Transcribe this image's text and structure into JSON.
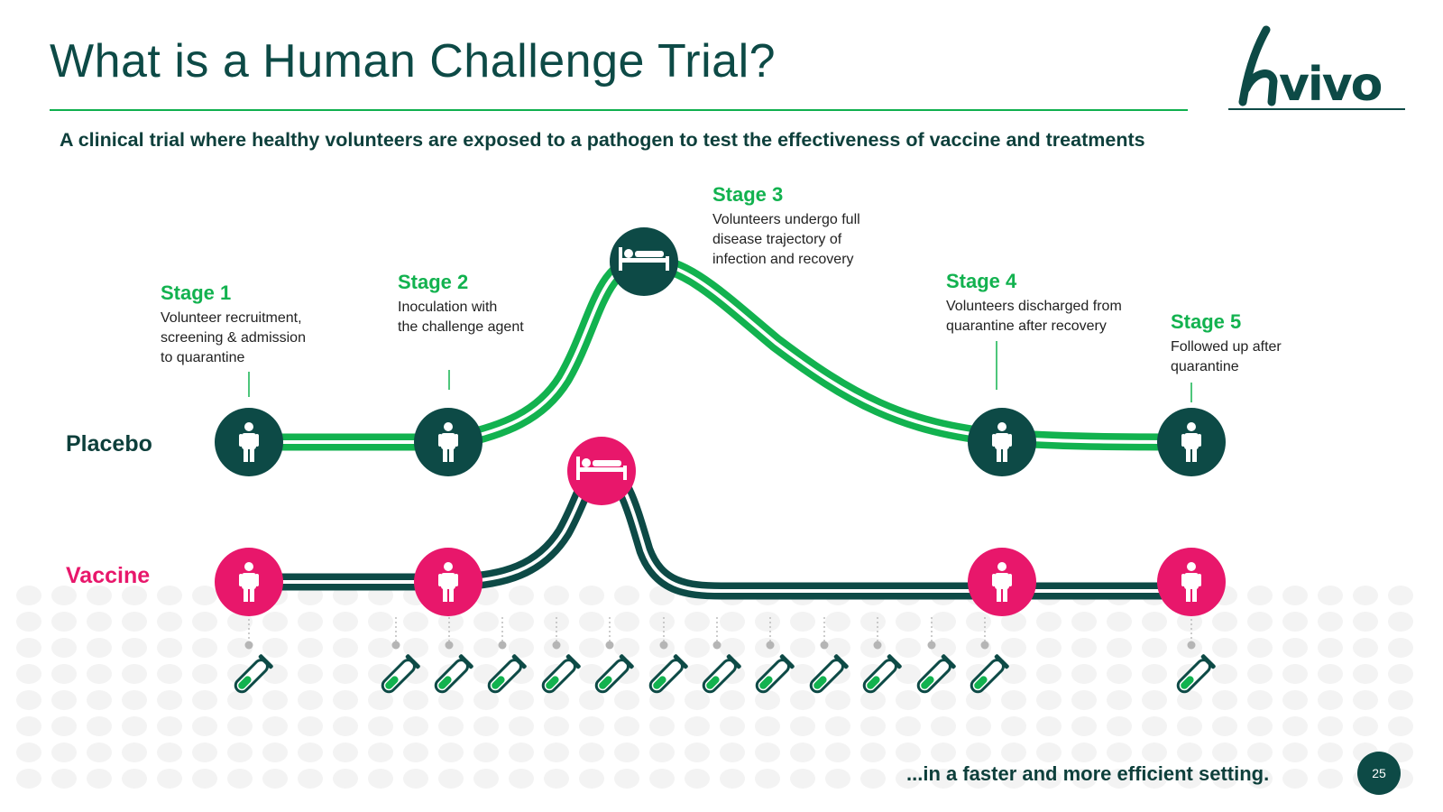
{
  "title": "What is a Human Challenge Trial?",
  "subtitle": "A clinical trial where healthy volunteers are exposed to a pathogen to test the effectiveness of vaccine and treatments",
  "logo": {
    "text": "hvivo"
  },
  "stages": [
    {
      "title": "Stage 1",
      "desc": "Volunteer recruitment,\nscreening & admission\nto quarantine"
    },
    {
      "title": "Stage 2",
      "desc": "Inoculation with\nthe challenge agent"
    },
    {
      "title": "Stage 3",
      "desc": "Volunteers undergo full\ndisease trajectory of\ninfection and recovery"
    },
    {
      "title": "Stage 4",
      "desc": "Volunteers discharged from\nquarantine after recovery"
    },
    {
      "title": "Stage 5",
      "desc": "Followed up after\nquarantine"
    }
  ],
  "rows": {
    "placebo": "Placebo",
    "vaccine": "Vaccine"
  },
  "footer": "...in a faster and more efficient setting.",
  "page_number": "25",
  "icons": {
    "person": "person-icon",
    "bed": "bed-icon",
    "test_tube": "test-tube-icon"
  },
  "colors": {
    "dark_teal": "#0d4a46",
    "green": "#12b24f",
    "pink": "#e8176b",
    "grey_dots": "#f2f2f2"
  }
}
